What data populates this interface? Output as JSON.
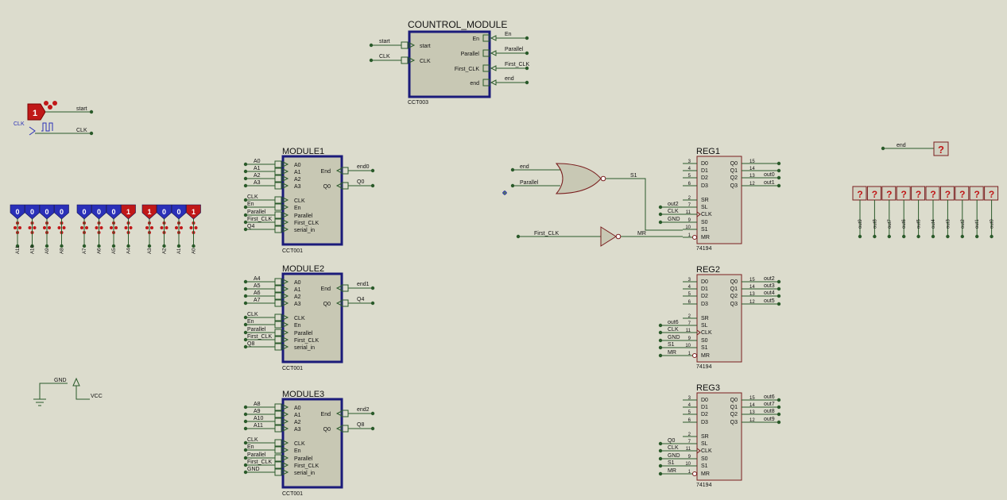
{
  "colors": {
    "background": "#dcdccd",
    "wire": "#2a5a2a",
    "block_border": "#1b1b7a",
    "block_fill": "#c8c8b4",
    "chip_border": "#7a1e1e",
    "chip_fill": "#d2d2c2",
    "logic_high": "#c01818",
    "logic_low": "#2a30b8",
    "text": "#111111"
  },
  "control_module": {
    "title": "COUNTROL_MODULE",
    "ref": "CCT003",
    "inputs": [
      "start",
      "CLK"
    ],
    "outputs": [
      "En",
      "Parallel",
      "First_CLK",
      "end"
    ],
    "in_nets": [
      "start",
      "CLK"
    ],
    "out_nets": [
      "En",
      "Parallel",
      "First_CLK",
      "end"
    ]
  },
  "generators": {
    "start_value": "1",
    "start_net": "start",
    "clk_label": "CLK",
    "clk_net": "CLK"
  },
  "power": {
    "gnd": "GND",
    "vcc": "VCC"
  },
  "modules": [
    {
      "title": "MODULE1",
      "ref": "CCT001",
      "pins": [
        "A0",
        "A1",
        "A2",
        "A3",
        "CLK",
        "En",
        "Parallel",
        "First_CLK",
        "serial_in"
      ],
      "nets": [
        "A0",
        "A1",
        "A2",
        "A3",
        "CLK",
        "En",
        "Parallel",
        "First_CLK",
        "Q4"
      ],
      "outputs": [
        "End",
        "Q0"
      ],
      "out_nets": [
        "end0",
        "Q0"
      ]
    },
    {
      "title": "MODULE2",
      "ref": "CCT001",
      "pins": [
        "A0",
        "A1",
        "A2",
        "A3",
        "CLK",
        "En",
        "Parallel",
        "First_CLK",
        "serial_in"
      ],
      "nets": [
        "A4",
        "A5",
        "A6",
        "A7",
        "CLK",
        "En",
        "Parallel",
        "First_CLK",
        "Q8"
      ],
      "outputs": [
        "End",
        "Q0"
      ],
      "out_nets": [
        "end1",
        "Q4"
      ]
    },
    {
      "title": "MODULE3",
      "ref": "CCT001",
      "pins": [
        "A0",
        "A1",
        "A2",
        "A3",
        "CLK",
        "En",
        "Parallel",
        "First_CLK",
        "serial_in"
      ],
      "nets": [
        "A8",
        "A9",
        "A10",
        "A11",
        "CLK",
        "En",
        "Parallel",
        "First_CLK",
        "GND"
      ],
      "outputs": [
        "End",
        "Q0"
      ],
      "out_nets": [
        "end2",
        "Q8"
      ]
    }
  ],
  "registers": [
    {
      "title": "REG1",
      "part": "74194",
      "left_pins": [
        {
          "n": "3",
          "p": "D0"
        },
        {
          "n": "4",
          "p": "D1"
        },
        {
          "n": "5",
          "p": "D2"
        },
        {
          "n": "6",
          "p": "D3"
        },
        {
          "n": "2",
          "p": "SR"
        },
        {
          "n": "7",
          "p": "SL"
        },
        {
          "n": "11",
          "p": "CLK"
        },
        {
          "n": "9",
          "p": "S0"
        },
        {
          "n": "10",
          "p": "S1"
        },
        {
          "n": "1",
          "p": "MR"
        }
      ],
      "right_pins": [
        {
          "n": "15",
          "p": "Q0"
        },
        {
          "n": "14",
          "p": "Q1"
        },
        {
          "n": "13",
          "p": "Q2"
        },
        {
          "n": "12",
          "p": "Q3"
        }
      ],
      "left_nets": [
        "",
        "",
        "",
        "",
        "",
        "out2",
        "CLK",
        "GND",
        "",
        ""
      ],
      "right_nets": [
        "",
        "",
        "out0",
        "out1"
      ]
    },
    {
      "title": "REG2",
      "part": "74194",
      "left_pins": [
        {
          "n": "3",
          "p": "D0"
        },
        {
          "n": "4",
          "p": "D1"
        },
        {
          "n": "5",
          "p": "D2"
        },
        {
          "n": "6",
          "p": "D3"
        },
        {
          "n": "2",
          "p": "SR"
        },
        {
          "n": "7",
          "p": "SL"
        },
        {
          "n": "11",
          "p": "CLK"
        },
        {
          "n": "9",
          "p": "S0"
        },
        {
          "n": "10",
          "p": "S1"
        },
        {
          "n": "1",
          "p": "MR"
        }
      ],
      "right_pins": [
        {
          "n": "15",
          "p": "Q0"
        },
        {
          "n": "14",
          "p": "Q1"
        },
        {
          "n": "13",
          "p": "Q2"
        },
        {
          "n": "12",
          "p": "Q3"
        }
      ],
      "left_nets": [
        "",
        "",
        "",
        "",
        "",
        "out6",
        "CLK",
        "GND",
        "S1",
        "MR"
      ],
      "right_nets": [
        "out2",
        "out3",
        "out4",
        "out5"
      ]
    },
    {
      "title": "REG3",
      "part": "74194",
      "left_pins": [
        {
          "n": "3",
          "p": "D0"
        },
        {
          "n": "4",
          "p": "D1"
        },
        {
          "n": "5",
          "p": "D2"
        },
        {
          "n": "6",
          "p": "D3"
        },
        {
          "n": "2",
          "p": "SR"
        },
        {
          "n": "7",
          "p": "SL"
        },
        {
          "n": "11",
          "p": "CLK"
        },
        {
          "n": "9",
          "p": "S0"
        },
        {
          "n": "10",
          "p": "S1"
        },
        {
          "n": "1",
          "p": "MR"
        }
      ],
      "right_pins": [
        {
          "n": "15",
          "p": "Q0"
        },
        {
          "n": "14",
          "p": "Q1"
        },
        {
          "n": "13",
          "p": "Q2"
        },
        {
          "n": "12",
          "p": "Q3"
        }
      ],
      "left_nets": [
        "",
        "",
        "",
        "",
        "",
        "Q0",
        "CLK",
        "GND",
        "S1",
        "MR"
      ],
      "right_nets": [
        "out6",
        "out7",
        "out8",
        "out9"
      ]
    }
  ],
  "logic": {
    "or_inputs": [
      "end",
      "Parallel"
    ],
    "or_output": "S1",
    "not_input": "First_CLK",
    "not_output": "MR"
  },
  "switch_groups": [
    {
      "values": [
        "0",
        "0",
        "0",
        "0"
      ],
      "labels": [
        "A11",
        "A10",
        "A9",
        "A8"
      ]
    },
    {
      "values": [
        "0",
        "0",
        "0",
        "1"
      ],
      "labels": [
        "A7",
        "A6",
        "A5",
        "A4"
      ]
    },
    {
      "values": [
        "1",
        "0",
        "0",
        "1"
      ],
      "labels": [
        "A3",
        "A2",
        "A1",
        "A0"
      ]
    }
  ],
  "probes": {
    "end_label": "end",
    "unknown_symbol": "?",
    "labels": [
      "out9",
      "out8",
      "out7",
      "out6",
      "out5",
      "out4",
      "out3",
      "out2",
      "out1",
      "out0"
    ]
  }
}
